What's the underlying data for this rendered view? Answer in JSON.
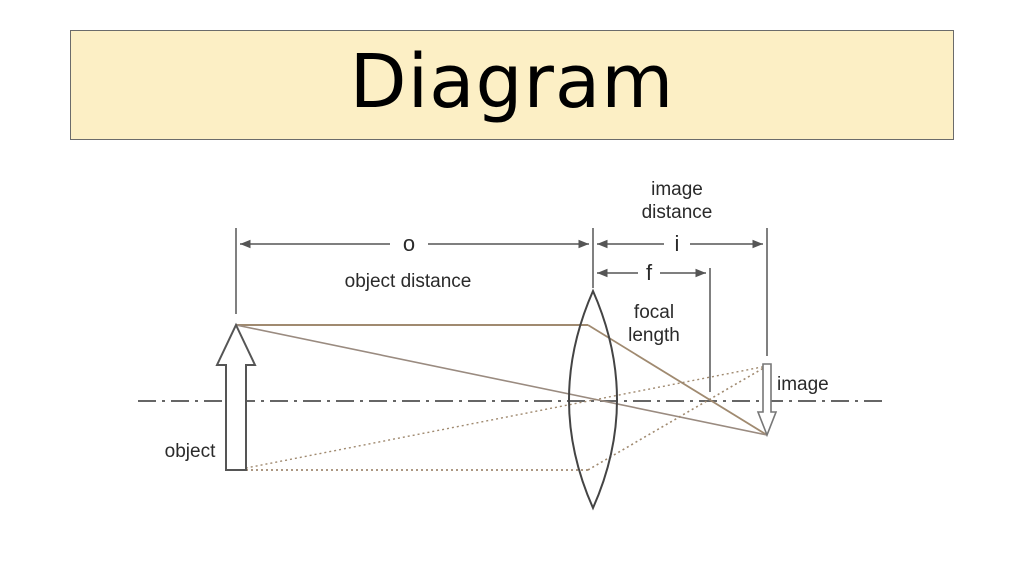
{
  "title": "Diagram",
  "colors": {
    "title_background": "#fcefc5",
    "line": "#555555",
    "ray": "#a08a70"
  },
  "labels": {
    "object_distance_symbol": "o",
    "object_distance": "object distance",
    "image_distance_line1": "image",
    "image_distance_line2": "distance",
    "image_distance_symbol": "i",
    "focal_symbol": "f",
    "focal_line1": "focal",
    "focal_line2": "length",
    "image": "image",
    "object": "object"
  }
}
